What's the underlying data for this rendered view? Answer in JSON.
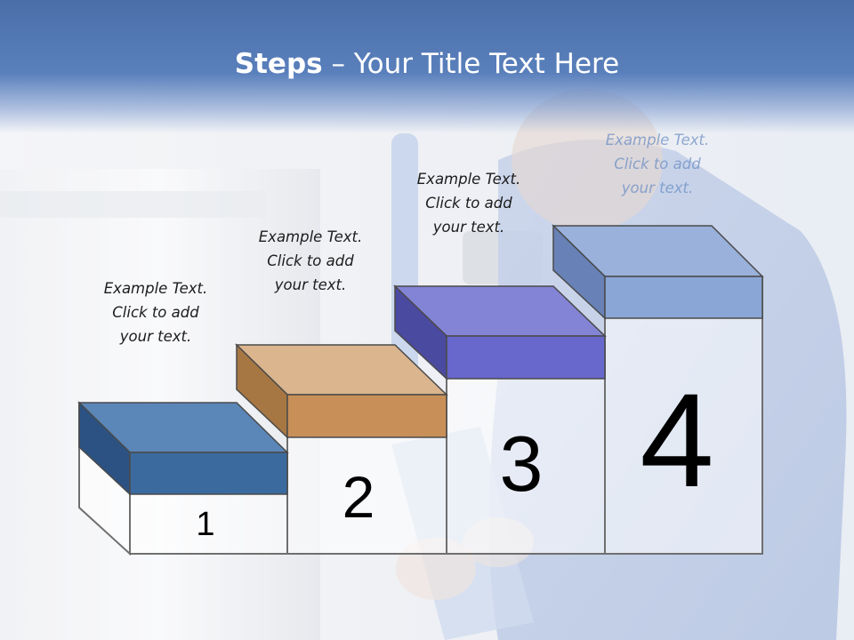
{
  "slide": {
    "title_bold": "Steps",
    "title_rest": " – Your Title Text Here"
  },
  "steps": [
    {
      "number": "1",
      "line1": "Example Text.",
      "line2": "Click  to add",
      "line3": "your text.",
      "color": "#3a6a9e"
    },
    {
      "number": "2",
      "line1": "Example Text.",
      "line2": "Click  to add",
      "line3": "your text.",
      "color": "#c98f58"
    },
    {
      "number": "3",
      "line1": "Example Text.",
      "line2": "Click  to add",
      "line3": "your text.",
      "color": "#6767cc"
    },
    {
      "number": "4",
      "line1": "Example Text.",
      "line2": "Click  to add",
      "line3": "your text.",
      "color": "#8aa6d6"
    }
  ]
}
